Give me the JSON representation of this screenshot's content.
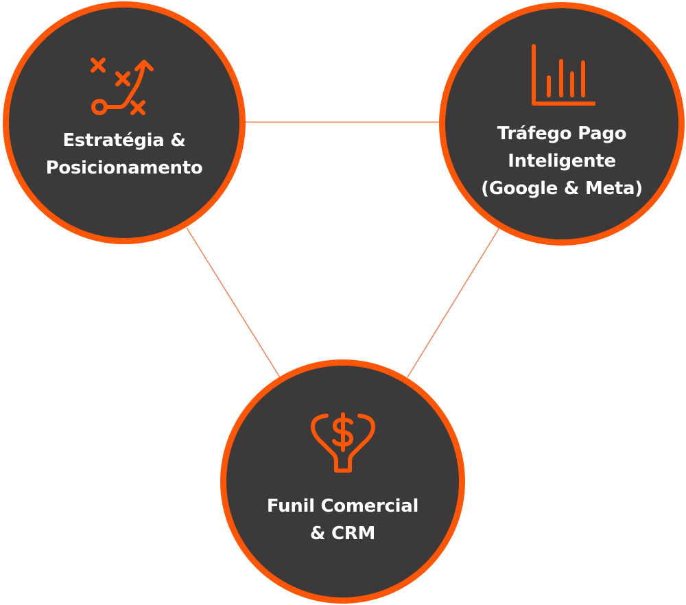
{
  "colors": {
    "accent": "#fd5607",
    "node_fill": "#3b3939",
    "text": "#ffffff",
    "connector": "#f2875a",
    "background": "#ffffff"
  },
  "nodes": [
    {
      "id": "strategy",
      "icon": "strategy-play-icon",
      "label_lines": [
        "Estratégia &",
        "Posicionamento"
      ]
    },
    {
      "id": "traffic",
      "icon": "bar-chart-icon",
      "label_lines": [
        "Tráfego Pago",
        "Inteligente",
        "(Google & Meta)"
      ]
    },
    {
      "id": "funnel",
      "icon": "dollar-funnel-icon",
      "label_lines": [
        "Funil Comercial",
        "& CRM"
      ]
    }
  ],
  "connections": [
    [
      "strategy",
      "traffic"
    ],
    [
      "strategy",
      "funnel"
    ],
    [
      "traffic",
      "funnel"
    ]
  ]
}
